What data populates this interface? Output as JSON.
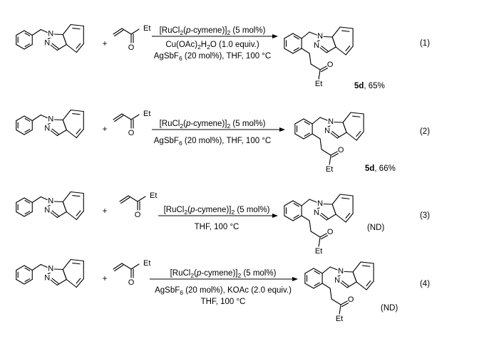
{
  "atoms": {
    "N": "N",
    "Et": "Et",
    "O": "O",
    "plus": "+"
  },
  "reactions": [
    {
      "number": "(1)",
      "cond_top": [
        [
          "[RuCl",
          ""
        ],
        [
          "2",
          "sub"
        ],
        [
          "(",
          ""
        ],
        [
          "p",
          "i"
        ],
        [
          "-cymene)]",
          ""
        ],
        [
          "2",
          "sub"
        ],
        [
          " (5 mol%)",
          ""
        ]
      ],
      "cond_bottom": [
        [
          [
            "Cu(OAc)",
            ""
          ],
          [
            "2",
            "sub"
          ],
          [
            "H",
            ""
          ],
          [
            "2",
            "sub"
          ],
          [
            "O (1.0 equiv.)",
            ""
          ]
        ],
        [
          [
            "AgSbF",
            ""
          ],
          [
            "6",
            "sub"
          ],
          [
            " (20 mol%), THF, 100 °C",
            ""
          ]
        ]
      ],
      "product_label": [
        [
          "5d",
          "b"
        ],
        [
          ", 65%",
          ""
        ]
      ]
    },
    {
      "number": "(2)",
      "cond_top": [
        [
          "[RuCl",
          ""
        ],
        [
          "2",
          "sub"
        ],
        [
          "(",
          ""
        ],
        [
          "p",
          "i"
        ],
        [
          "-cymene)]",
          ""
        ],
        [
          "2",
          "sub"
        ],
        [
          " (5 mol%)",
          ""
        ]
      ],
      "cond_bottom": [
        [
          [
            "AgSbF",
            ""
          ],
          [
            "6",
            "sub"
          ],
          [
            " (20 mol%), THF, 100 °C",
            ""
          ]
        ]
      ],
      "product_label": [
        [
          "5d",
          "b"
        ],
        [
          ", 66%",
          ""
        ]
      ]
    },
    {
      "number": "(3)",
      "cond_top": [
        [
          "[RuCl",
          ""
        ],
        [
          "2",
          "sub"
        ],
        [
          "(",
          ""
        ],
        [
          "p",
          "i"
        ],
        [
          "-cymene)]",
          ""
        ],
        [
          "2",
          "sub"
        ],
        [
          " (5 mol%)",
          ""
        ]
      ],
      "cond_bottom": [
        [
          [
            "THF, 100 °C",
            ""
          ]
        ]
      ],
      "product_label": [
        [
          "(ND)",
          ""
        ]
      ]
    },
    {
      "number": "(4)",
      "cond_top": [
        [
          "[RuCl",
          ""
        ],
        [
          "2",
          "sub"
        ],
        [
          "(",
          ""
        ],
        [
          "p",
          "i"
        ],
        [
          "-cymene)]",
          ""
        ],
        [
          "2",
          "sub"
        ],
        [
          " (5 mol%)",
          ""
        ]
      ],
      "cond_bottom": [
        [
          [
            "AgSbF",
            ""
          ],
          [
            "6",
            "sub"
          ],
          [
            " (20 mol%), KOAc (2.0 equiv.)",
            ""
          ]
        ],
        [
          [
            "THF, 100 °C",
            ""
          ]
        ]
      ],
      "product_label": [
        [
          "(ND)",
          ""
        ]
      ]
    }
  ]
}
